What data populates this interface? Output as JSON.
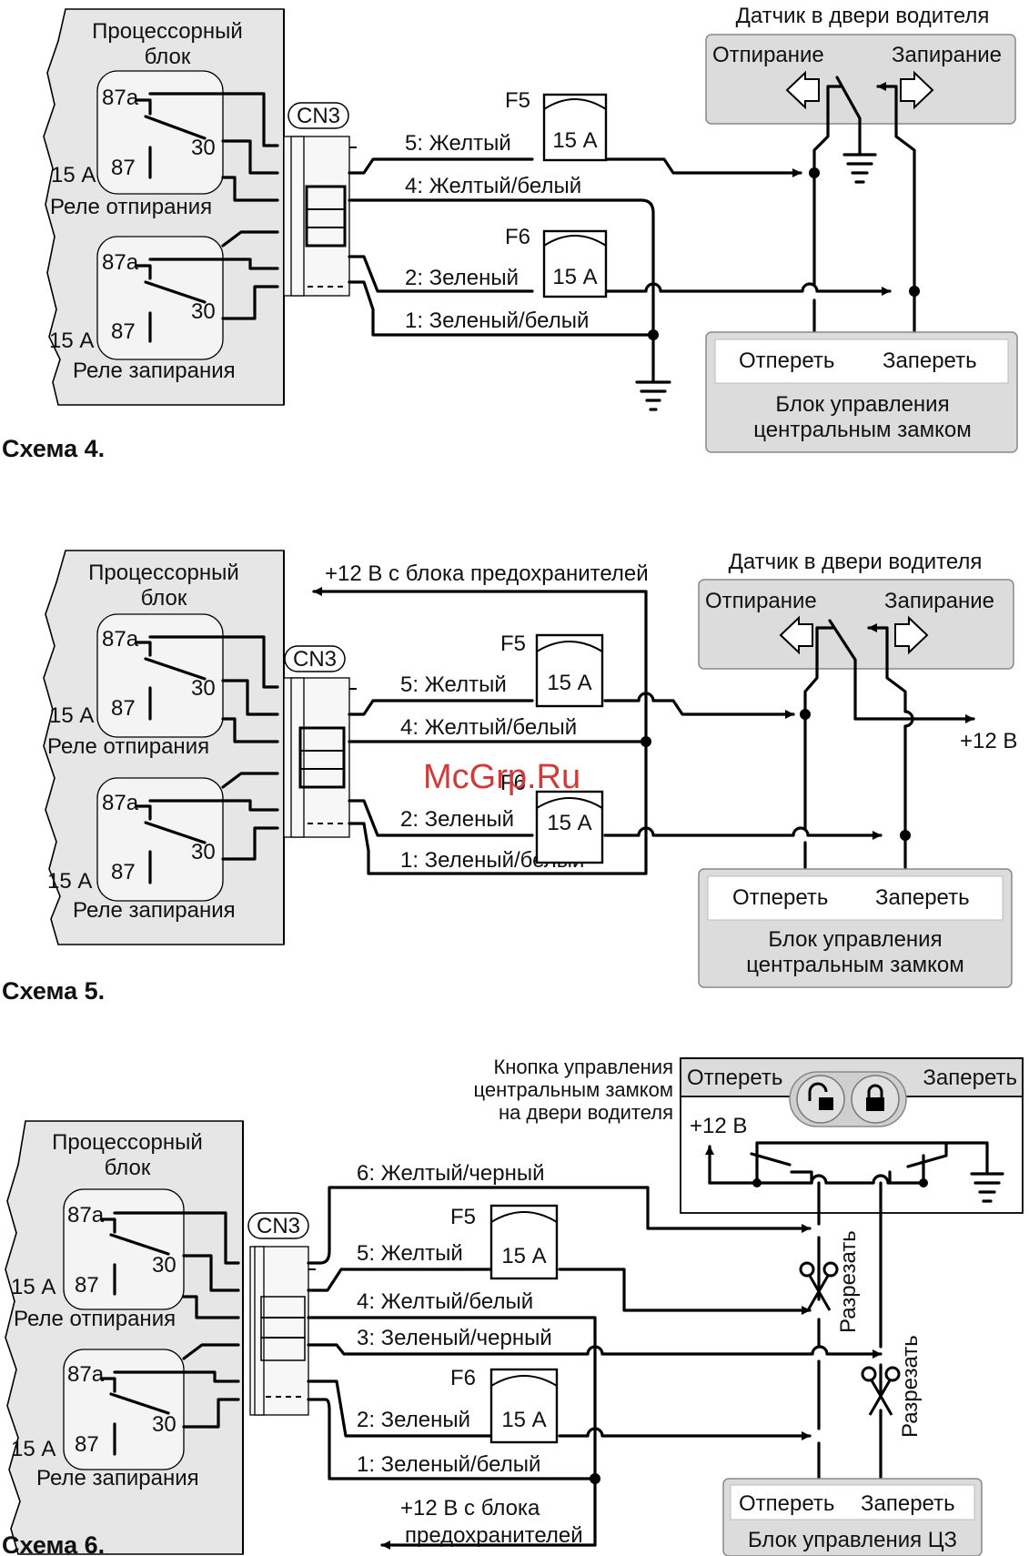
{
  "watermark": "McGrp.Ru",
  "scheme4": {
    "caption": "Схема 4.",
    "cpu_block": [
      "Процессорный",
      "блок"
    ],
    "relay_unlock": "Реле отпирания",
    "relay_lock": "Реле запирания",
    "pin_87a": "87a",
    "pin_87": "87",
    "pin_30": "30",
    "relay_current": "15 А",
    "connector": "CN3",
    "fuse1": "F5",
    "fuse2": "F6",
    "fuse_rating": "15 А",
    "wire5": "5: Желтый",
    "wire4": "4: Желтый/белый",
    "wire2": "2: Зеленый",
    "wire1": "1: Зеленый/белый",
    "door_sensor": "Датчик в двери водителя",
    "unlocking": "Отпирание",
    "locking": "Запирание",
    "ecu_unlock": "Отпереть",
    "ecu_lock": "Запереть",
    "ecu_title": [
      "Блок управления",
      "центральным замком"
    ]
  },
  "scheme5": {
    "caption": "Схема 5.",
    "cpu_block": [
      "Процессорный",
      "блок"
    ],
    "relay_unlock": "Реле отпирания",
    "relay_lock": "Реле запирания",
    "pin_87a": "87a",
    "pin_87": "87",
    "pin_30": "30",
    "relay_current": "15 А",
    "connector": "CN3",
    "fuse1": "F5",
    "fuse2": "F6",
    "fuse_rating": "15 А",
    "supply": "+12 В с блока предохранителей",
    "wire5": "5: Желтый",
    "wire4": "4: Желтый/белый",
    "wire2": "2: Зеленый",
    "wire1": "1: Зеленый/белый",
    "door_sensor": "Датчик в двери водителя",
    "unlocking": "Отпирание",
    "locking": "Запирание",
    "plus12": "+12 В",
    "ecu_unlock": "Отпереть",
    "ecu_lock": "Запереть",
    "ecu_title": [
      "Блок управления",
      "центральным замком"
    ]
  },
  "scheme6": {
    "caption": "Схема 6.",
    "cpu_block": [
      "Процессорный",
      "блок"
    ],
    "relay_unlock": "Реле отпирания",
    "relay_lock": "Реле запирания",
    "pin_87a": "87a",
    "pin_87": "87",
    "pin_30": "30",
    "relay_current": "15 А",
    "connector": "CN3",
    "fuse1": "F5",
    "fuse2": "F6",
    "fuse_rating": "15 А",
    "button_title": [
      "Кнопка управления",
      "центральным замком",
      "на двери водителя"
    ],
    "btn_unlock": "Отпереть",
    "btn_lock": "Запереть",
    "plus12": "+12 В",
    "wire6": "6: Желтый/черный",
    "wire5": "5: Желтый",
    "wire4": "4: Желтый/белый",
    "wire3": "3: Зеленый/черный",
    "wire2": "2: Зеленый",
    "wire1": "1: Зеленый/белый",
    "cut": "Разрезать",
    "supply": [
      "+12 В с блока",
      "предохранителей"
    ],
    "ecu_unlock": "Отпереть",
    "ecu_lock": "Запереть",
    "ecu_title": "Блок управления ЦЗ"
  }
}
